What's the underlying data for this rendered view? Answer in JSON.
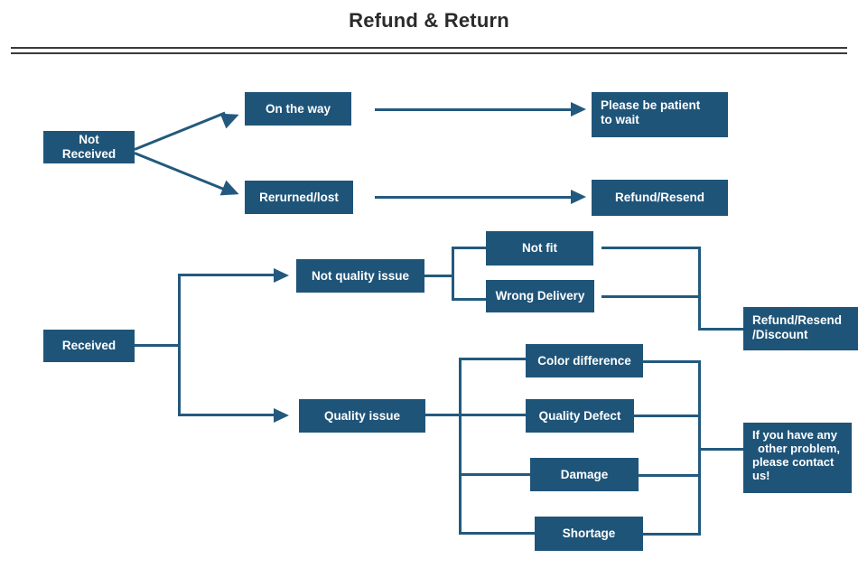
{
  "page": {
    "title": "Refund & Return",
    "accent_color": "#1f5479",
    "line_color": "#23597e",
    "title_color": "#2b2b2b",
    "background": "#ffffff"
  },
  "nodes": {
    "not_received": "Not Received",
    "on_the_way": "On the way",
    "returned_lost": "Rerurned/lost",
    "please_wait_line1": "Please be patient",
    "please_wait_line2": "to wait",
    "refund_resend": "Refund/Resend",
    "received": "Received",
    "not_quality_issue": "Not quality issue",
    "quality_issue": "Quality issue",
    "not_fit": "Not fit",
    "wrong_delivery": "Wrong Delivery",
    "color_difference": "Color difference",
    "quality_defect": "Quality Defect",
    "damage": "Damage",
    "shortage": "Shortage",
    "refund_resend_discount_line1": "Refund/Resend",
    "refund_resend_discount_line2": "/Discount",
    "contact_line1": "If you have any",
    "contact_line2": "other problem,",
    "contact_line3": "please contact",
    "contact_line4": "us!"
  },
  "flow": {
    "branches": [
      {
        "from": "Not Received",
        "to": "On the way",
        "then": "Please be patient to wait"
      },
      {
        "from": "Not Received",
        "to": "Rerurned/lost",
        "then": "Refund/Resend"
      },
      {
        "from": "Received",
        "to": "Not quality issue",
        "children": [
          "Not fit",
          "Wrong Delivery"
        ],
        "then": "Refund/Resend /Discount"
      },
      {
        "from": "Received",
        "to": "Quality issue",
        "children": [
          "Color difference",
          "Quality Defect",
          "Damage",
          "Shortage"
        ],
        "then": "If you have any other problem, please contact us!"
      }
    ]
  }
}
